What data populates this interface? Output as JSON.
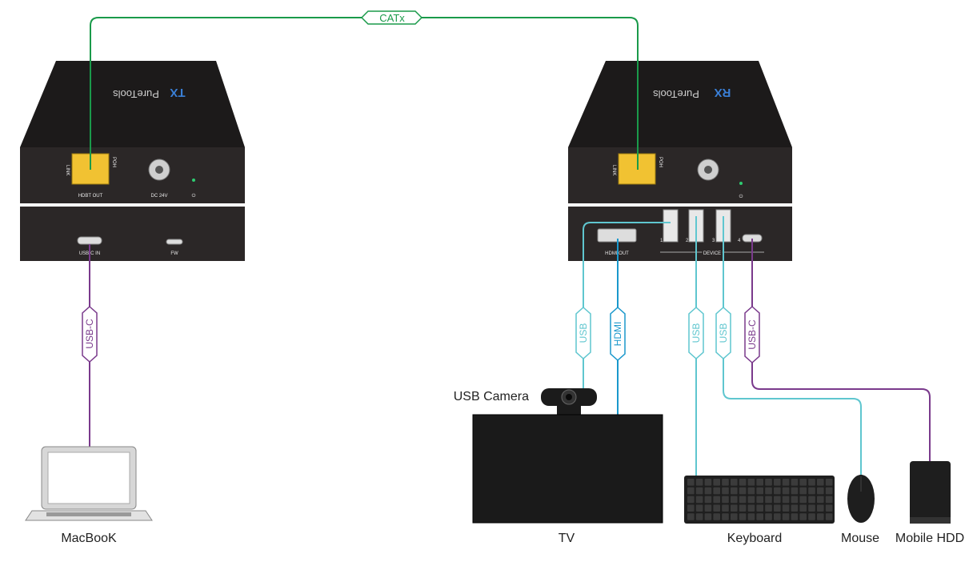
{
  "colors": {
    "catx": "#1a9a4a",
    "usbc": "#7a3a8c",
    "usb": "#5fc6cf",
    "hdmi": "#1a98cc",
    "device_body": "#2b2727",
    "device_top": "#1c1a1a",
    "rj45_yellow": "#f1c232"
  },
  "cables": {
    "catx": "CATx",
    "usbc_tx": "USB-C",
    "usb_camera": "USB",
    "hdmi": "HDMI",
    "usb_keyboard": "USB",
    "usb_mouse": "USB",
    "usbc_hdd": "USB-C"
  },
  "tx": {
    "brand": "PureTools",
    "model": "TX",
    "ports": {
      "link": "LINK",
      "poh": "POH",
      "hdbt_out": "HDBT OUT",
      "dc": "DC 24V",
      "usbc_in": "USB-C IN",
      "fw": "FW"
    }
  },
  "rx": {
    "brand": "PureTools",
    "model": "RX",
    "ports": {
      "link": "LINK",
      "poh": "POH",
      "hdmi_out": "HDMI OUT",
      "device": "DEVICE",
      "n1": "1",
      "n2": "2",
      "n3": "3",
      "n4": "4"
    }
  },
  "devices": {
    "macbook": "MacBooK",
    "camera": "USB Camera",
    "tv": "TV",
    "keyboard": "Keyboard",
    "mouse": "Mouse",
    "hdd": "Mobile HDD"
  }
}
